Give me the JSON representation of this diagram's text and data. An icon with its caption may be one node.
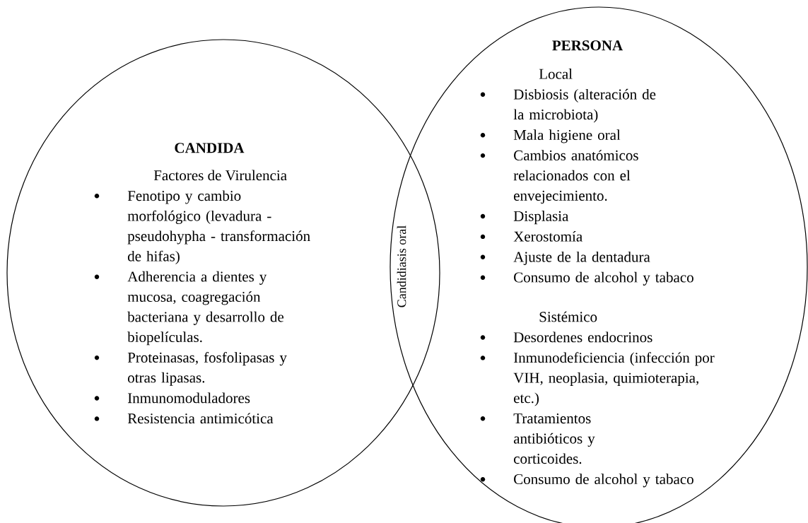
{
  "diagram": {
    "nodes": [
      {
        "text": [
          "CANDIDA",
          "Factores de Virulencia",
          "Fenotipo y cambio morfológico (levadura - pseudohypha - transformación de hifas)",
          "Adherencia a dientes y mucosa, coagregación bacteriana y desarrollo de biopelículas.",
          "Proteinasas, fosfolipasas y otras lipasas.",
          "Inmunomoduladores",
          "Resistencia antimicótica"
        ]
      },
      {
        "text": [
          "PERSONA",
          "Local",
          "Disbiosis (alteración de la microbiota)",
          "Mala higiene oral",
          "Cambios anatómicos relacionados con el envejecimiento.",
          "Displasia",
          "Xerostomía",
          "Ajuste de la dentadura",
          "Consumo de alcohol y tabaco",
          "Sistémico",
          "Desordenes endocrinos",
          "Inmunodeficiencia (infección por VIH, neoplasia, quimioterapia, etc.)",
          "Tratamientos antibióticos y corticoides.",
          "Consumo de alcohol y tabaco"
        ]
      }
    ],
    "labels": [
      "Candidiasis oral"
    ]
  }
}
